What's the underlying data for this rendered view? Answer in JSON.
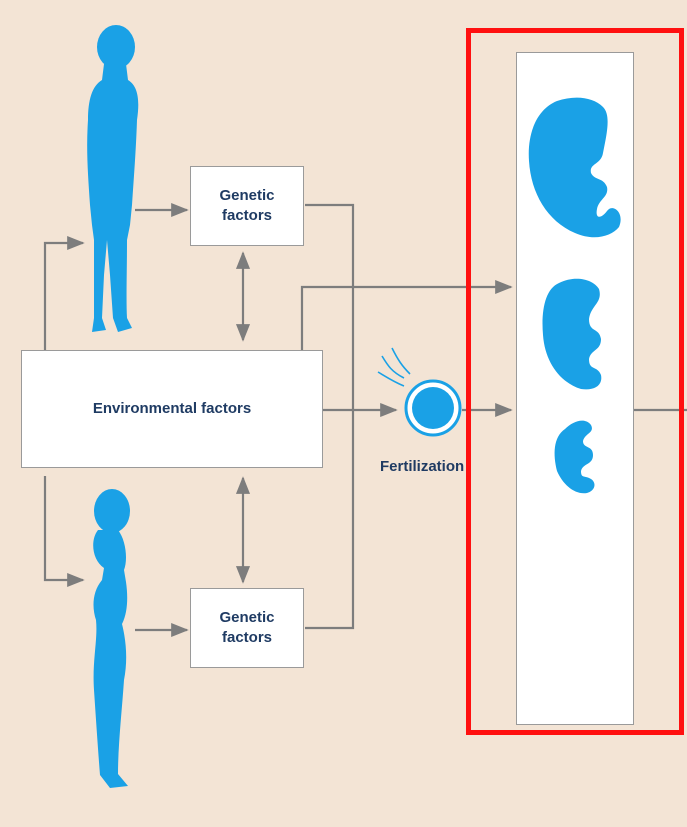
{
  "labels": {
    "genetic_top": "Genetic\nfactors",
    "genetic_bottom": "Genetic\nfactors",
    "environmental": "Environmental factors",
    "fertilization": "Fertilization"
  },
  "colors": {
    "figure": "#1aa1e6",
    "arrow": "#7d7d7d",
    "highlight": "#ff1010",
    "text": "#1f3b63"
  },
  "icons": [
    "male-silhouette",
    "female-silhouette",
    "fertilized-egg",
    "sperm",
    "embryo"
  ]
}
